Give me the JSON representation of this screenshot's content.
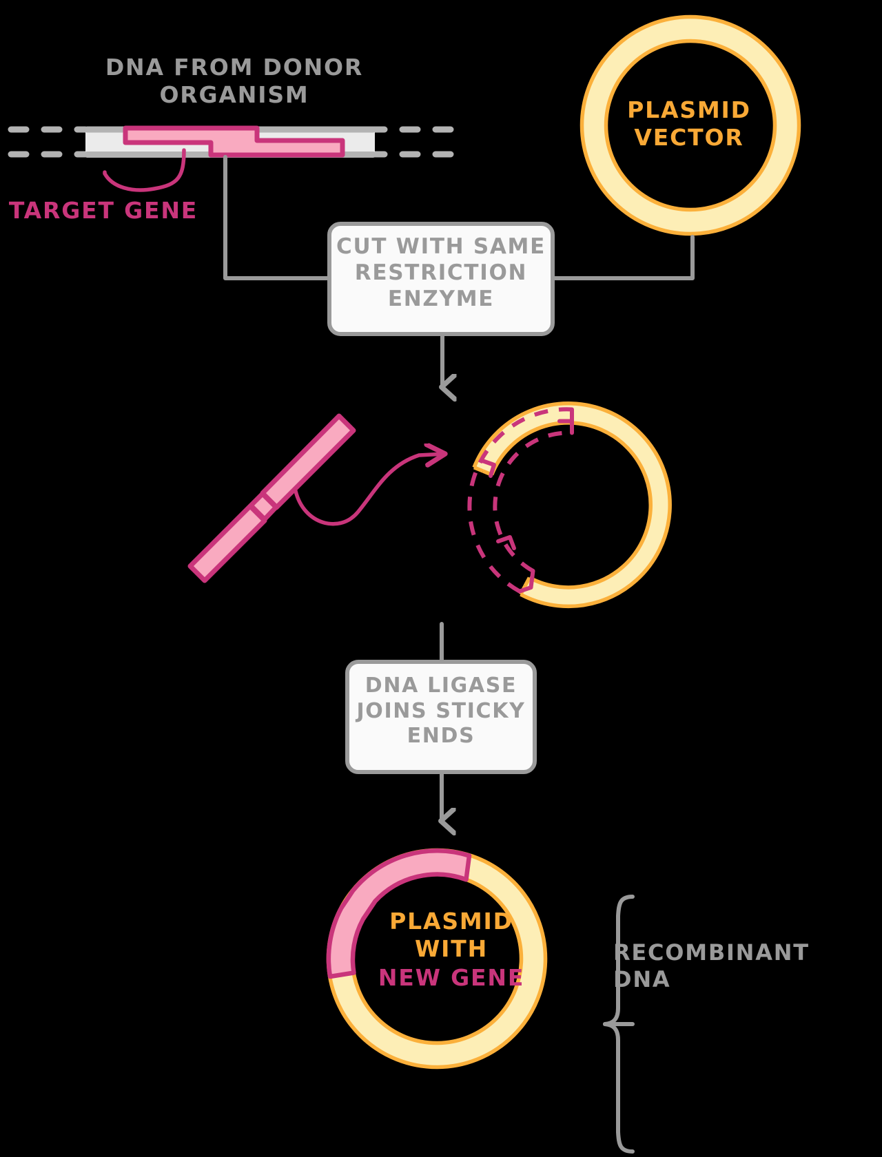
{
  "diagram": {
    "title_donor": "DNA FROM DONOR\nORGANISM",
    "label_target_gene": "TARGET GENE",
    "label_plasmid_vector": "PLASMID\nVECTOR",
    "step_cut": "CUT WITH SAME\nRESTRICTION\nENZYME",
    "step_ligase": "DNA LIGASE\nJOINS STICKY\nENDS",
    "label_recombinant": "RECOMBINANT\nDNA",
    "result_line1": "PLASMID",
    "result_line2": "WITH",
    "result_line3": "NEW GENE"
  },
  "colors": {
    "background": "#000000",
    "gray_line": "#9a9a9a",
    "gray_text": "#9a9a9a",
    "box_fill": "#fafafa",
    "dna_band": "#ebebeb",
    "dna_rail": "#b3b3b3",
    "pink_fill": "#f9aac0",
    "pink_stroke": "#c9357b",
    "plasmid_fill": "#fdeeb6",
    "plasmid_stroke": "#fbb03b",
    "orange_text": "#f9a936"
  },
  "icons": {
    "arrow_down": "arrow-down-icon",
    "brace": "curly-brace-icon",
    "leader": "leader-line-icon"
  }
}
